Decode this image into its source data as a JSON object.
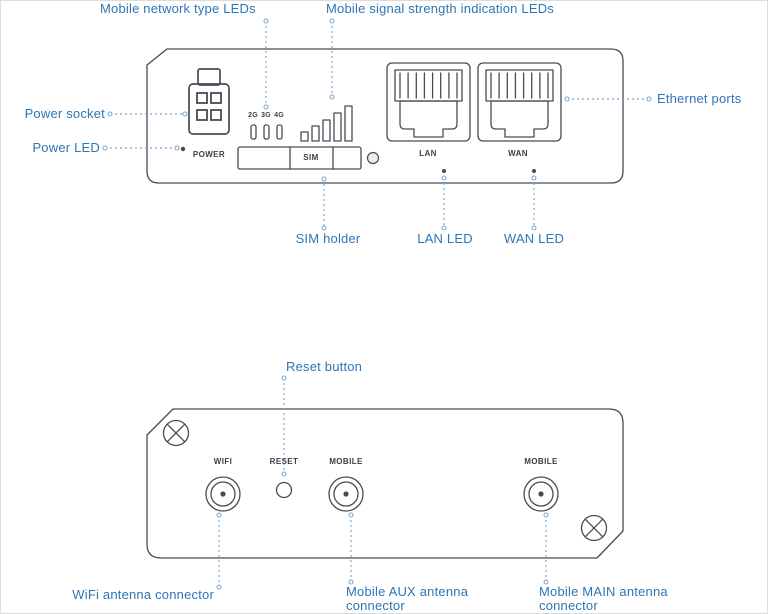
{
  "meta": {
    "title": "Router front and back panel diagram"
  },
  "colors": {
    "callout_text": "#2e75b5",
    "callout_line": "#7aa9d4",
    "line_art": "#474c54",
    "background": "#ffffff"
  },
  "front_panel": {
    "callouts": {
      "mobile_network_type_leds": "Mobile network type LEDs",
      "mobile_signal_strength_leds": "Mobile signal strength indication LEDs",
      "power_socket": "Power socket",
      "power_led": "Power LED",
      "ethernet_ports": "Ethernet ports",
      "sim_holder": "SIM holder",
      "lan_led": "LAN LED",
      "wan_led": "WAN LED"
    },
    "panel_labels": {
      "power": "POWER",
      "network_2g": "2G",
      "network_3g": "3G",
      "network_4g": "4G",
      "sim": "SIM",
      "lan": "LAN",
      "wan": "WAN"
    }
  },
  "back_panel": {
    "callouts": {
      "reset_button": "Reset button",
      "wifi_antenna_connector": "WiFi antenna connector",
      "mobile_aux_antenna_connector": "Mobile AUX antenna connector",
      "mobile_main_antenna_connector": "Mobile MAIN antenna connector"
    },
    "panel_labels": {
      "wifi": "WIFI",
      "reset": "RESET",
      "mobile_aux": "MOBILE",
      "mobile_main": "MOBILE"
    }
  }
}
